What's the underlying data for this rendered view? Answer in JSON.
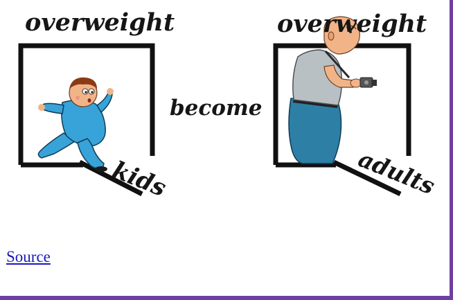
{
  "illustration": {
    "left_top_label": "overweight",
    "left_bottom_label": "kids",
    "middle_label": "become",
    "right_top_label": "overweight",
    "right_bottom_label": "adults",
    "icons": [
      "running-kid-icon",
      "standing-man-icon",
      "camera-icon"
    ],
    "colors": {
      "frame_stroke": "#111111",
      "kid_suit": "#38a3d8",
      "man_shirt": "#b8c0c4",
      "man_pants": "#2e7fa6",
      "skin": "#f1b488",
      "page_border": "#6e3fa1"
    }
  },
  "footer": {
    "source_link": "Source"
  }
}
